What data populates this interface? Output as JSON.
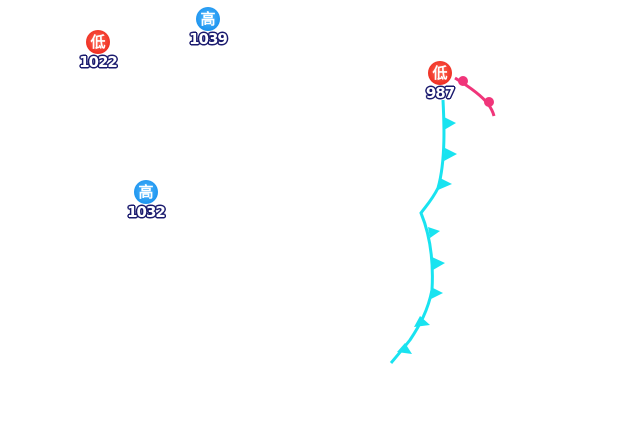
{
  "systems": [
    {
      "type": "low",
      "label": "低",
      "pressure": "1022",
      "color": "#e8170f"
    },
    {
      "type": "high",
      "label": "高",
      "pressure": "1039",
      "color": "#0a86e8"
    },
    {
      "type": "high",
      "label": "高",
      "pressure": "1032",
      "color": "#0a86e8"
    },
    {
      "type": "low",
      "label": "低",
      "pressure": "987",
      "color": "#e8170f"
    }
  ],
  "fronts": {
    "cold_color": "#19e3f0",
    "warm_color": "#f0357a"
  }
}
